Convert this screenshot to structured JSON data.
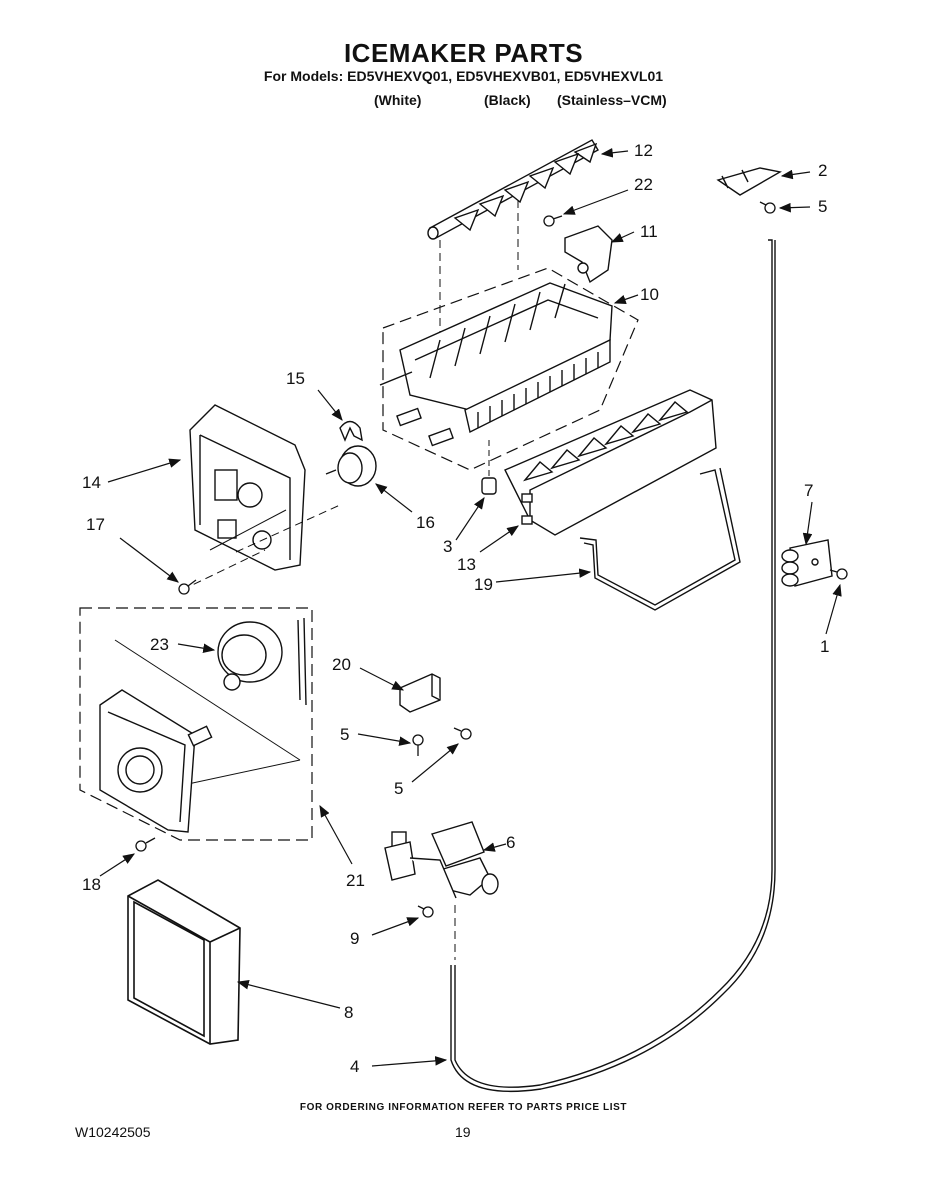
{
  "header": {
    "title": "ICEMAKER PARTS",
    "models_line": "For Models: ED5VHEXVQ01, ED5VHEXVB01, ED5VHEXVL01",
    "colors": [
      "(White)",
      "(Black)",
      "(Stainless–VCM)"
    ]
  },
  "callouts": {
    "c1": "1",
    "c2": "2",
    "c3": "3",
    "c4": "4",
    "c5a": "5",
    "c5b": "5",
    "c5c": "5",
    "c6": "6",
    "c7": "7",
    "c8": "8",
    "c9": "9",
    "c10": "10",
    "c11": "11",
    "c12": "12",
    "c13": "13",
    "c14": "14",
    "c15": "15",
    "c16": "16",
    "c17": "17",
    "c18": "18",
    "c19": "19",
    "c20": "20",
    "c21": "21",
    "c22": "22",
    "c23": "23"
  },
  "footer": {
    "ordering_note": "FOR ORDERING INFORMATION REFER TO PARTS PRICE LIST",
    "doc_number": "W10242505",
    "page_number": "19"
  }
}
